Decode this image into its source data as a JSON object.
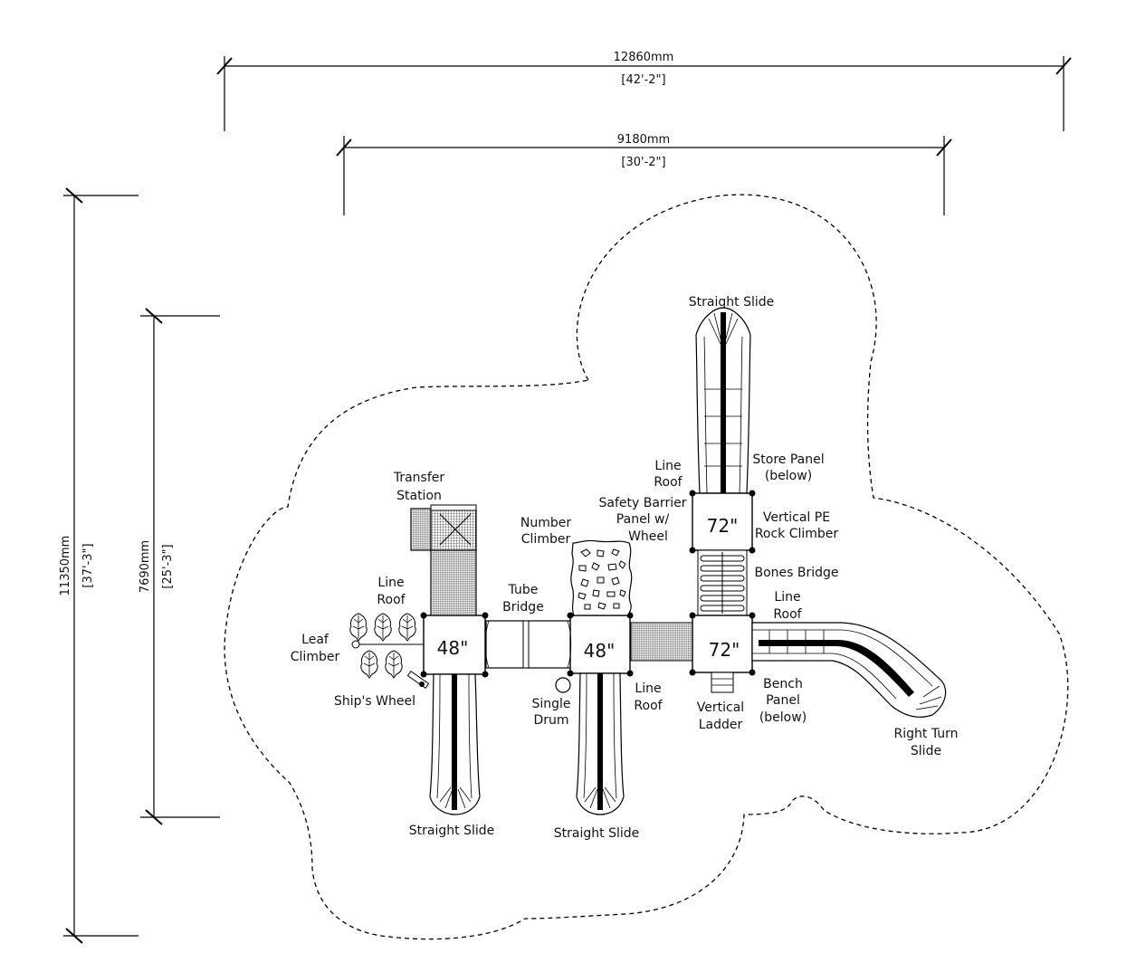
{
  "dimensions": {
    "overall_width_mm": "12860mm",
    "overall_width_ft": "[42'-2\"]",
    "inner_width_mm": "9180mm",
    "inner_width_ft": "[30'-2\"]",
    "overall_depth_mm": "11350mm",
    "overall_depth_ft": "[37'-3\"]",
    "inner_depth_mm": "7690mm",
    "inner_depth_ft": "[25'-3\"]"
  },
  "decks": {
    "deck_left": "48\"",
    "deck_center": "48\"",
    "deck_right_top": "72\"",
    "deck_right_bottom": "72\""
  },
  "labels": {
    "straight_slide_top": "Straight Slide",
    "line_roof_1_a": "Line",
    "line_roof_1_b": "Roof",
    "store_panel_a": "Store Panel",
    "store_panel_b": "(below)",
    "transfer_station_a": "Transfer",
    "transfer_station_b": "Station",
    "safety_barrier_a": "Safety Barrier",
    "safety_barrier_b": "Panel w/",
    "safety_barrier_c": "Wheel",
    "number_climber_a": "Number",
    "number_climber_b": "Climber",
    "vertical_pe_a": "Vertical PE",
    "vertical_pe_b": "Rock Climber",
    "bones_bridge": "Bones Bridge",
    "line_roof_2_a": "Line",
    "line_roof_2_b": "Roof",
    "tube_bridge_a": "Tube",
    "tube_bridge_b": "Bridge",
    "line_roof_3_a": "Line",
    "line_roof_3_b": "Roof",
    "leaf_climber_a": "Leaf",
    "leaf_climber_b": "Climber",
    "ships_wheel": "Ship's Wheel",
    "single_drum_a": "Single",
    "single_drum_b": "Drum",
    "line_roof_4_a": "Line",
    "line_roof_4_b": "Roof",
    "vertical_ladder_a": "Vertical",
    "vertical_ladder_b": "Ladder",
    "bench_panel_a": "Bench",
    "bench_panel_b": "Panel",
    "bench_panel_c": "(below)",
    "right_turn_a": "Right Turn",
    "right_turn_b": "Slide",
    "straight_slide_left": "Straight Slide",
    "straight_slide_center": "Straight Slide"
  }
}
